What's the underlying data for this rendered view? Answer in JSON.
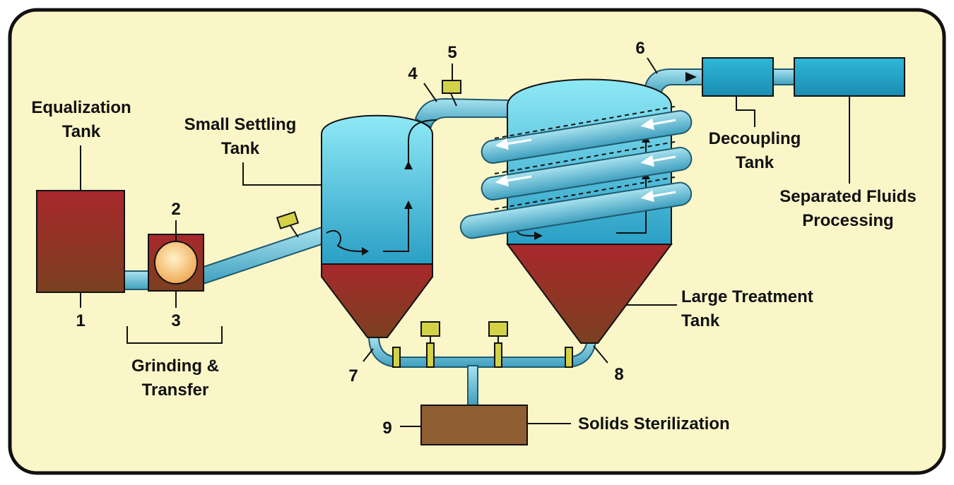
{
  "labels": {
    "equalization": [
      "Equalization",
      "Tank"
    ],
    "small_settling": [
      "Small Settling",
      "Tank"
    ],
    "grinding": [
      "Grinding &",
      "Transfer"
    ],
    "decoupling": [
      "Decoupling",
      "Tank"
    ],
    "separated": [
      "Separated Fluids",
      "Processing"
    ],
    "large_treatment": [
      "Large Treatment",
      "Tank"
    ],
    "solids": "Solids Sterilization"
  },
  "numbers": [
    "1",
    "2",
    "3",
    "4",
    "5",
    "6",
    "7",
    "8",
    "9"
  ],
  "colors": {
    "background": "#fbf6c8",
    "border": "#111111",
    "pipe": "#7cc8dc",
    "pipe_dark": "#2a6f86",
    "tank_red": "#a8282c",
    "tank_brown": "#7a3f22",
    "water_top": "#8fe3f3",
    "water_bottom": "#2aa0c6",
    "valve": "#d3d247",
    "sterilization": "#8f5e33",
    "grinder_core": "#f6c97a"
  }
}
